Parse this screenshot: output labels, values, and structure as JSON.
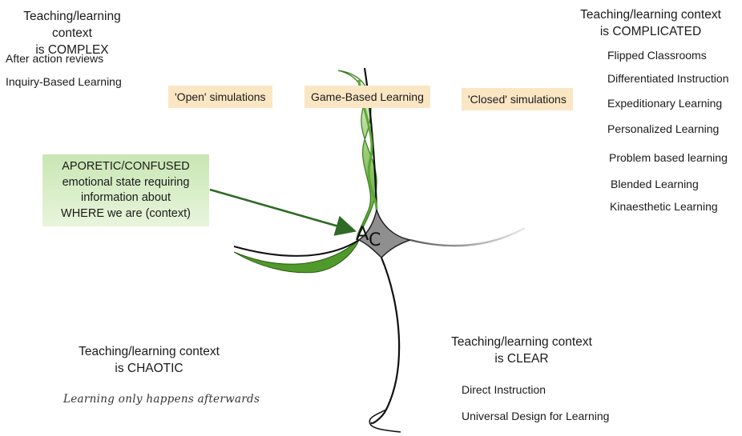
{
  "complex": {
    "heading": [
      "Teaching/learning context",
      "is COMPLEX"
    ],
    "items": [
      "After action reviews",
      "Inquiry-Based Learning"
    ]
  },
  "complicated": {
    "heading": [
      "Teaching/learning context",
      "is COMPLICATED"
    ],
    "items": [
      "Flipped Classrooms",
      "Differentiated Instruction",
      "Expeditionary Learning",
      "Personalized Learning",
      "Problem based learning",
      "Blended Learning",
      "Kinaesthetic Learning"
    ]
  },
  "chaotic": {
    "heading": [
      "Teaching/learning context",
      "is CHAOTIC"
    ],
    "note": "Learning only happens afterwards"
  },
  "clear": {
    "heading": [
      "Teaching/learning context",
      "is CLEAR"
    ],
    "items": [
      "Direct Instruction",
      "Universal Design for Learning"
    ]
  },
  "tags": {
    "open": "'Open' simulations",
    "game": "Game-Based Learning",
    "closed": "'Closed' simulations"
  },
  "aporetic": [
    "APORETIC/CONFUSED",
    "emotional state requiring",
    "information about",
    "WHERE we are (context)"
  ],
  "center": {
    "a": "A",
    "c": "C"
  },
  "colors": {
    "tag_bg": "#fbe6c4",
    "green": "#5aa832",
    "grey": "#8a8a8a"
  }
}
